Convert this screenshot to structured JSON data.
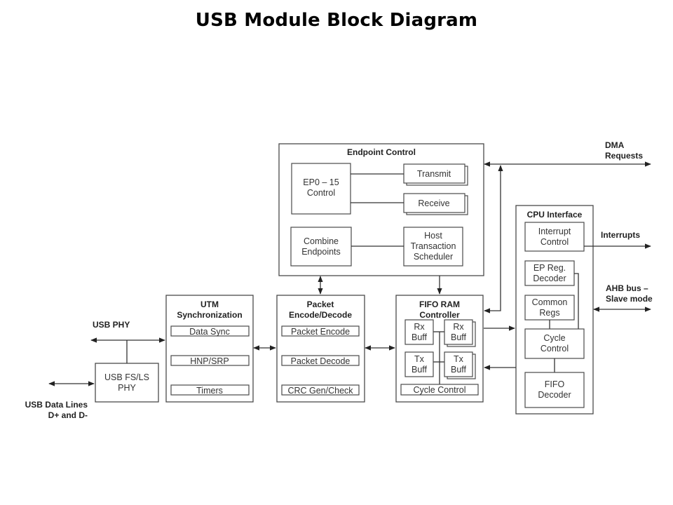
{
  "title": "USB Module Block Diagram",
  "blocks": {
    "endpoint_control": {
      "title": "Endpoint Control",
      "ep_control": [
        "EP0 – 15",
        "Control"
      ],
      "transmit": "Transmit",
      "receive": "Receive",
      "combine": [
        "Combine",
        "Endpoints"
      ],
      "scheduler": [
        "Host",
        "Transaction",
        "Scheduler"
      ]
    },
    "utm": {
      "title": [
        "UTM",
        "Synchronization"
      ],
      "items": [
        "Data Sync",
        "HNP/SRP",
        "Timers"
      ]
    },
    "packet": {
      "title": [
        "Packet",
        "Encode/Decode"
      ],
      "items": [
        "Packet Encode",
        "Packet Decode",
        "CRC Gen/Check"
      ]
    },
    "fifo_ram": {
      "title": [
        "FIFO RAM",
        "Controller"
      ],
      "rx": [
        "Rx",
        "Buff"
      ],
      "tx": [
        "Tx",
        "Buff"
      ],
      "cycle": "Cycle Control"
    },
    "cpu": {
      "title": "CPU Interface",
      "interrupt": [
        "Interrupt",
        "Control"
      ],
      "ep_reg": [
        "EP Reg.",
        "Decoder"
      ],
      "common": [
        "Common",
        "Regs"
      ],
      "cycle": [
        "Cycle",
        "Control"
      ],
      "fifo_dec": [
        "FIFO",
        "Decoder"
      ]
    },
    "phy": [
      "USB FS/LS",
      "PHY"
    ]
  },
  "labels": {
    "dma": [
      "DMA",
      "Requests"
    ],
    "interrupts": "Interrupts",
    "ahb": [
      "AHB bus –",
      "Slave mode"
    ],
    "usb_phy": "USB PHY",
    "data_lines": [
      "USB Data Lines",
      "D+ and D-"
    ]
  }
}
